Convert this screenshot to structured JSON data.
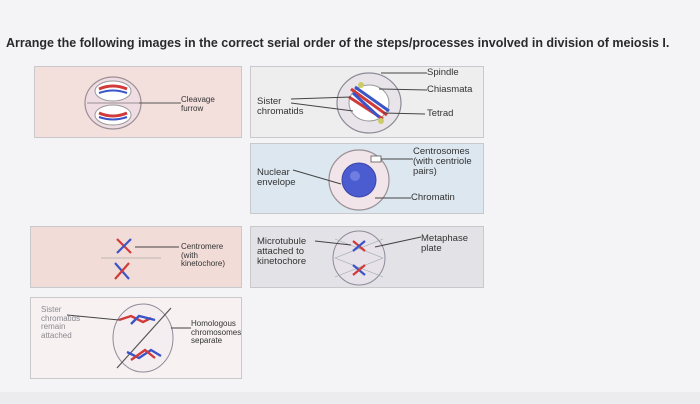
{
  "question": "Arrange the following images in the correct serial order of the steps/processes involved in division of meiosis I.",
  "panels": {
    "telophase": {
      "labels": {
        "cleavage": "Cleavage\nfurrow"
      }
    },
    "prophase_chiasmata": {
      "labels": {
        "sister": "Sister\nchromatids",
        "spindle": "Spindle",
        "chiasmata": "Chiasmata",
        "tetrad": "Tetrad"
      }
    },
    "interphase": {
      "labels": {
        "nuclear": "Nuclear\nenvelope",
        "centrosomes": "Centrosomes\n(with centriole\npairs)",
        "chromatin": "Chromatin"
      }
    },
    "anaphase_centromere": {
      "labels": {
        "centromere": "Centromere\n(with\nkinetochore)"
      }
    },
    "metaphase": {
      "labels": {
        "microtubule": "Microtubule\nattached to\nkinetochore",
        "metaphase_plate": "Metaphase\nplate"
      }
    },
    "anaphase": {
      "labels": {
        "sister_remain": "Sister\nchromatids\nremain\nattached",
        "homologous": "Homologous\nchromosomes\nseparate"
      }
    }
  },
  "colors": {
    "chromosome_red": "#d23a3a",
    "chromosome_blue": "#3a55c8",
    "nucleus_blue": "#4b5bd0",
    "cell_pink": "#e7c6cf"
  }
}
